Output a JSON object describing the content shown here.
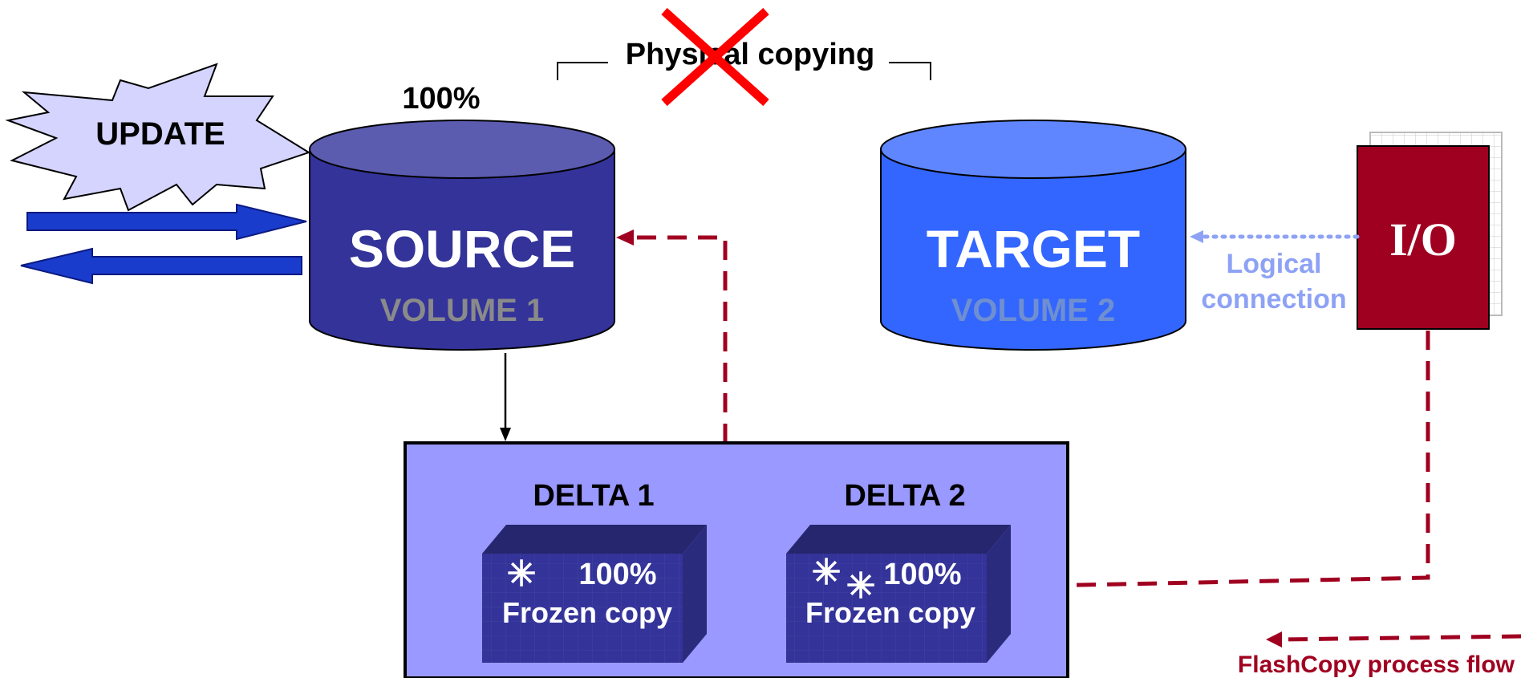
{
  "header": {
    "physical_copying": "Physical copying"
  },
  "update_burst": {
    "label": "UPDATE"
  },
  "source": {
    "percent": "100%",
    "title": "SOURCE",
    "subtitle": "VOLUME 1"
  },
  "target": {
    "title": "TARGET",
    "subtitle": "VOLUME 2"
  },
  "io_box": {
    "label": "I/O"
  },
  "logical_connection": {
    "line1": "Logical",
    "line2": "connection"
  },
  "delta_container": {
    "delta1": {
      "title": "DELTA 1",
      "percent": "100%",
      "frozen": "Frozen copy"
    },
    "delta2": {
      "title": "DELTA 2",
      "percent": "100%",
      "frozen": "Frozen copy"
    }
  },
  "legend": {
    "flashcopy_flow": "FlashCopy process flow"
  },
  "colors": {
    "source_body": "#33339a",
    "source_top": "#5b5bb0",
    "target_body": "#3366ff",
    "target_top": "#5f86ff",
    "io_red": "#a00020",
    "flow_red": "#a00020",
    "delta_container": "#9999ff",
    "delta_box": "#333399",
    "logical_blue": "#8ea2f5",
    "arrow_blue": "#1a3ccc",
    "update_fill": "#d4d4ff"
  }
}
